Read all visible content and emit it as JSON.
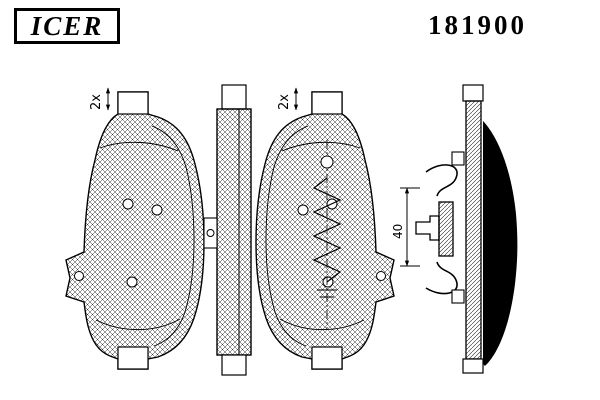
{
  "header": {
    "brand": "ICER",
    "part_number": "181900"
  },
  "diagram": {
    "pad_left_qty_label": "2x",
    "pad_right_qty_label": "2x",
    "clip_dim_label": "40"
  },
  "colors": {
    "ink": "#000000",
    "background": "#ffffff"
  }
}
